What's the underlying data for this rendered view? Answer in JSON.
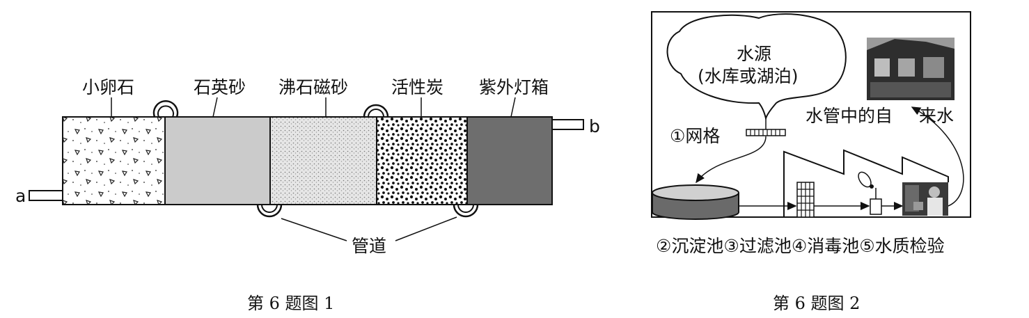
{
  "figure1": {
    "caption": "第 6 题图 1",
    "labels": {
      "pebble": "小卵石",
      "quartz_sand": "石英砂",
      "zeolite": "沸石磁砂",
      "carbon": "活性炭",
      "uv_box": "紫外灯箱",
      "pipe": "管道",
      "inlet": "a",
      "outlet": "b"
    }
  },
  "figure2": {
    "caption": "第 6 题图 2",
    "source_line1": "水源",
    "source_line2": "(水库或湖泊)",
    "tap_water_part1": "水管中的自",
    "tap_water_part2": "来水",
    "grid_step": "①网格",
    "steps": "②沉淀池③过滤池④消毒池⑤水质检验"
  }
}
